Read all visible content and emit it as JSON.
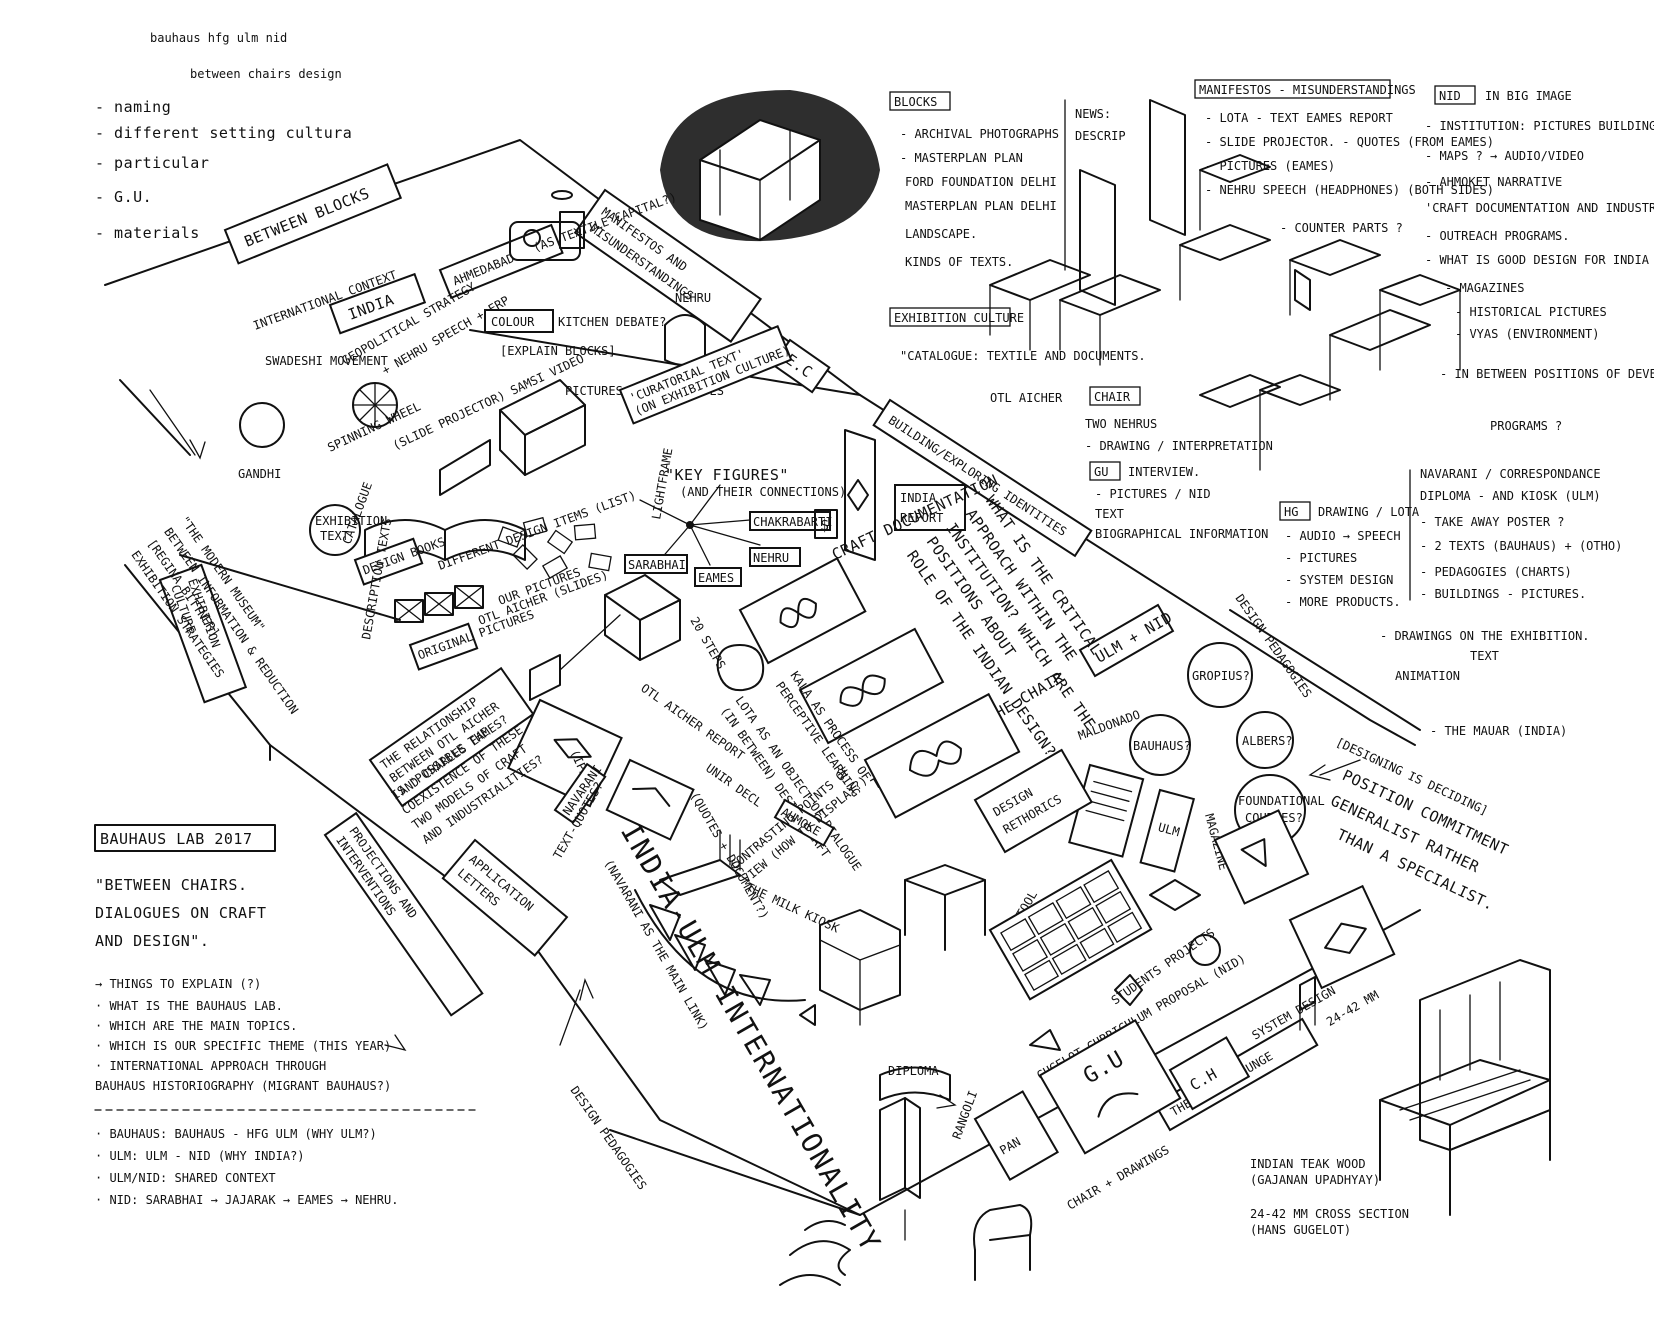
{
  "header": {
    "scribble_1": "bauhaus hfg ulm nid",
    "scribble_2": "between chairs design"
  },
  "topleft_list": [
    "- naming",
    "- different setting cultura",
    "- particular",
    "- G.U.",
    "- materials"
  ],
  "sections": {
    "between_blocks": "BETWEEN BLOCKS",
    "manifestos": "MANIFESTOS AND MISUNDERSTANDINGS",
    "ec": "E.C",
    "exhibition_culture": "EXHIBITION CULTURE",
    "building_identities": "BUILDING/EXPLORING IDENTITIES",
    "design_pedagogies_right": "DESIGN PEDAGOGIES",
    "design_pedagogies_bottom": "DESIGN PEDAGOGIES",
    "ulm_nid": "ULM + NID",
    "projections": "PROJECTIONS AND INTERVENTIONS",
    "india_ulm": "INDIA-ULM INTERNATIONALITY",
    "india_ulm_sub": "(NAVARANI AS THE MAIN LINK)",
    "the_chair": "THE CRAFT AND THE CHAIR",
    "milk_kiosk": "THE MILK KIOSK",
    "india_lounge": "THE INDIA LOUNGE",
    "india_lounge_dim": "24-42 MM"
  },
  "center_labels": {
    "international_context": "INTERNATIONAL CONTEXT",
    "india": "INDIA",
    "ahmedabad": "AHMEDABAD",
    "textile_capital": "(AS TEXTILE CAPITAL?)",
    "geopolitical": "GEOPOLITICAL STRATEGY",
    "nehru_speech": "+ NEHRU SPEECH + ERP",
    "colour": "COLOUR",
    "kitchen_debate": "KITCHEN DEBATE?",
    "nehru": "NEHRU",
    "explain_blocks": "[EXPLAIN BLOCKS]",
    "swadeshi": "SWADESHI MOVEMENT",
    "gandhi": "GANDHI",
    "spinning_wheel": "SPINNING WHEEL",
    "slide_projector": "(SLIDE PROJECTOR) SAMSI VIDEO",
    "pictures_text_quotes": "PICTURES + TEXT QUOTES",
    "curatorial_text": "'CURATORIAL TEXT' (ON EXHIBITION CULTURE)",
    "key_figures": "\"KEY FIGURES\"",
    "key_figures_sub": "(AND THEIR CONNECTIONS)",
    "chakrabarti": "CHAKRABARTI",
    "nehru_tag": "NEHRU",
    "sarabhai": "SARABHAI",
    "eames": "EAMES",
    "lightframe": "LIGHTFRAME",
    "india_report": "INDIA REPORT",
    "catalogue": "CATALOGUE",
    "exhibition_text": "EXHIBITION TEXT",
    "design_books": "DESIGN BOOKS",
    "different_items": "DIFFERENT DESIGN ITEMS (LIST)",
    "description_texts": "DESCRIPTION TEXTS",
    "our_pictures": "OUR PICTURES",
    "original_pictures": "ORIGINAL PICTURES",
    "otl_aicher_slides": "OTL AICHER (SLIDES)",
    "steps_20": "20 STEPS",
    "modern_museum": "\"THE MODERN MUSEUM\" BETWEEN INFORMATION & REDUCTION [REGINA BITTNER] EXHIBITION STRATEGIES",
    "critical_approach": "WHAT IS THE CRITICAL APPROACH WITHIN THE INSTITUTION? WHICH ARE THE POSITIONS ABOUT ROLE OF THE INDIAN DESIGN?",
    "craft_documentation": "CRAFT DOCUMENTATION",
    "lota": "LOTA AS AN OBJECT OF DIALOGUE (IN BETWEEN) DESIGN-CRAFT",
    "kala": "KALA AS PROCESS OF PERCEPTIVE LEARNING",
    "relationship": "THE RELATIONSHIP BETWEEN OTL AICHER AND CHARLES EAMES?",
    "otl_report": "OTL AICHER REPORT",
    "unir_decl": "UNIR DECL",
    "ahmedabad_decl": "AHMOKE",
    "is_possible": "IS \"POSSIBLE THE COEXISTENCE OF THESE TWO MODELS OF CRAFT AND INDUSTRIALITIES?",
    "quotes_document": "(QUOTES + DOCUMENT?)",
    "contrasting": "CONTRASTING POINTS OF VIEW (HOW TO DISPLAY?)",
    "navarani": "NAVARANI",
    "text_quotes": "TEXT-QUOTES?",
    "application_letters": "APPLICATION LETTERS",
    "ipad": "(IPAD?)",
    "gropius": "GROPIUS?",
    "bauhaus_q": "BAUHAUS?",
    "albers": "ALBERS?",
    "foundational": "FOUNDATIONAL COURSES?",
    "maldonado": "MALDONADO",
    "ulm_magazine": "ULM MAGAZINE",
    "ulm": "ULM",
    "design_rethorics": "DESIGN RETHORICS",
    "ulm_stool": "ULM STOOL",
    "students_projects": "STUDENTS PROJECTS",
    "gugelot": "GUGELOT CURRICULUM PROPOSAL (NID)",
    "system_design": "SYSTEM DESIGN",
    "gu_logo": "G.U",
    "ch_logo": "C.H",
    "chair_drawings": "CHAIR + DRAWINGS",
    "pan": "PAN",
    "rangoli": "RANGOLI",
    "diploma": "DIPLOMA",
    "designing_is_deciding": "[DESIGNING IS DECIDING] POSITION COMMITMENT GENERALIST RATHER THAN A SPECIALIST."
  },
  "bauhaus_lab": {
    "title": "BAUHAUS LAB 2017",
    "quote": "\"BETWEEN CHAIRS. DIALOGUES ON CRAFT AND DESIGN\".",
    "notes": [
      "→ THINGS TO EXPLAIN (?)",
      "· WHAT IS THE BAUHAUS LAB.",
      "· WHICH ARE THE MAIN TOPICS.",
      "· WHICH IS OUR SPECIFIC THEME (THIS YEAR)",
      "· INTERNATIONAL APPROACH THROUGH",
      "  BAUHAUS HISTORIOGRAPHY (MIGRANT BAUHAUS?)"
    ],
    "notes2": [
      "· BAUHAUS: BAUHAUS - HFG ULM (WHY ULM?)",
      "· ULM:     ULM - NID (WHY INDIA?)",
      "· ULM/NID: SHARED CONTEXT",
      "· NID: SARABHAI → JAJARAK → EAMES → NEHRU."
    ]
  },
  "right_notes": {
    "blocks_title": "BLOCKS",
    "blocks_items": [
      "- ARCHIVAL PHOTOGRAPHS",
      "- MASTERPLAN PLAN",
      "FORD FOUNDATION DELHI",
      "MASTERPLAN PLAN DELHI",
      "LANDSCAPE.",
      "KINDS OF TEXTS."
    ],
    "news_title": "NEWS:",
    "news_sub": "DESCRIP",
    "exhibition_culture_title": "EXHIBITION CULTURE",
    "exhibition_culture_item": "\"CATALOGUE: TEXTILE AND DOCUMENTS.",
    "exhibition_culture_item2": "OTL AICHER",
    "manifestos_title": "MANIFESTOS - MISUNDERSTANDINGS",
    "manifestos_items": [
      "- LOTA - TEXT EAMES REPORT",
      "- SLIDE PROJECTOR. - QUOTES (FROM EAMES)",
      "- PICTURES (EAMES)",
      "- NEHRU SPEECH (HEADPHONES) (BOTH SIDES)",
      "- COUNTER PARTS ?"
    ],
    "nid_title": "NID",
    "nid_sub": "IN BIG IMAGE",
    "nid_items": [
      "- INSTITUTION: PICTURES BUILDING + TEXT",
      "- MAPS ?  → AUDIO/VIDEO",
      "- AHMOKET NARRATIVE",
      "'CRAFT DOCUMENTATION AND INDUSTRIAL DESIGN",
      "- OUTREACH PROGRAMS.",
      "- WHAT IS GOOD DESIGN FOR INDIA",
      "- MAGAZINES",
      "- HISTORICAL PICTURES",
      "- VYAS (ENVIRONMENT)",
      "- IN BETWEEN POSITIONS OF DEVELOPMENT",
      "PROGRAMS ?"
    ],
    "chair_title": "CHAIR",
    "chair_items": [
      "TWO NEHRUS",
      "- DRAWING / INTERPRETATION"
    ],
    "gu_title": "GU",
    "gu_items": [
      "INTERVIEW.",
      "- PICTURES / NID",
      "TEXT",
      "BIOGRAPHICAL INFORMATION"
    ],
    "hg_title": "HG",
    "hg_items": [
      "DRAWING / LOTA",
      "- AUDIO → SPEECH",
      "- PICTURES",
      "- SYSTEM DESIGN",
      "- MORE PRODUCTS."
    ],
    "far_right_items": [
      "NAVARANI / CORRESPONDANCE",
      "DIPLOMA - AND KIOSK (ULM)",
      "- TAKE AWAY POSTER ?",
      "- 2 TEXTS (BAUHAUS) + (OTHO)",
      "- PEDAGOGIES (CHARTS)",
      "- BUILDINGS - PICTURES."
    ],
    "drawings_exhib": "- DRAWINGS ON THE EXHIBITION.",
    "text_arrow": "TEXT",
    "animation": "ANIMATION",
    "the_mauar": "- THE MAUAR (INDIA)"
  },
  "chair_note": {
    "wood": "INDIAN TEAK WOOD (GAJANAN UPADHYAY)",
    "section": "24-42 MM CROSS SECTION (HANS GUGELOT)"
  }
}
